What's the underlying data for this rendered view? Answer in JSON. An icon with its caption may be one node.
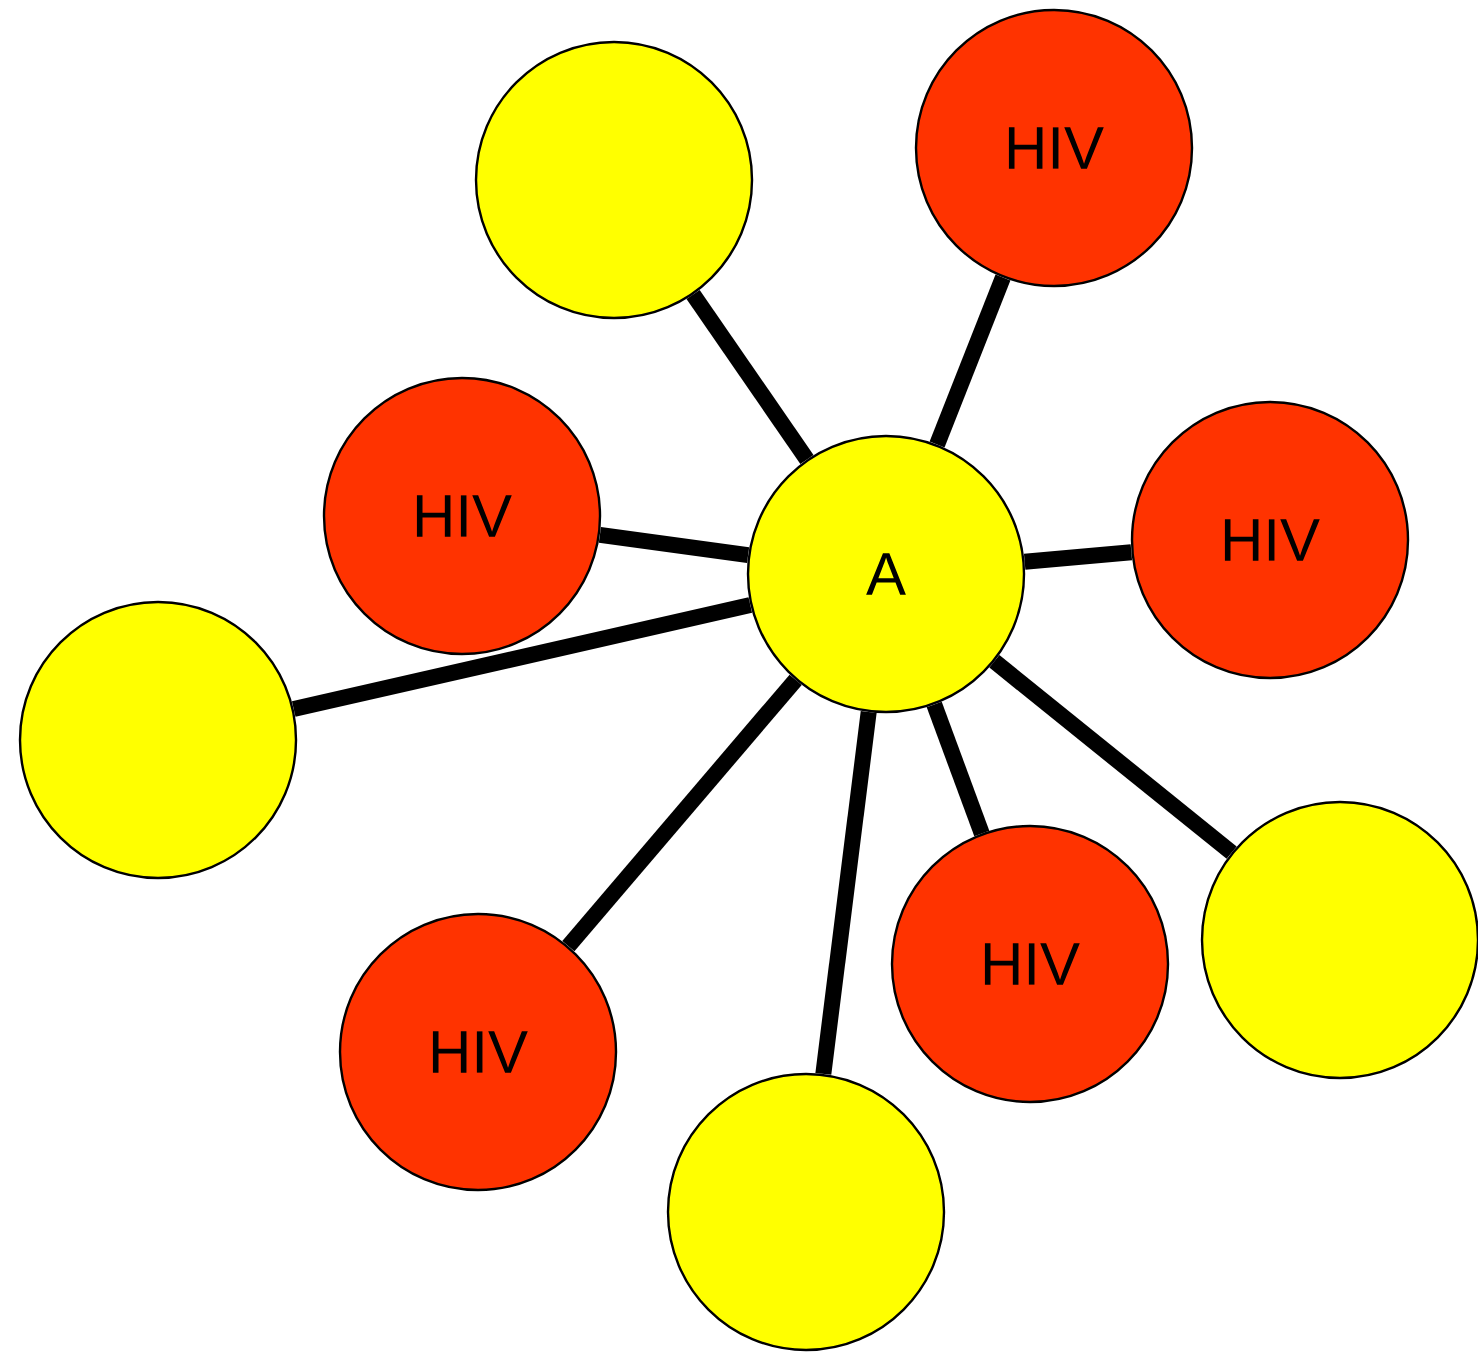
{
  "diagram": {
    "nodes": [
      {
        "text": [
          "HIV"
        ]
      },
      {
        "text": [],
        "shape": "circle"
      },
      {
        "text": [
          "HIV"
        ]
      },
      {
        "text": [
          "HIV"
        ]
      },
      {
        "text": [
          "A"
        ]
      },
      {
        "text": [],
        "shape": "circle"
      },
      {
        "text": [],
        "shape": "circle"
      },
      {
        "text": [
          "HIV"
        ]
      },
      {
        "text": [
          "HIV"
        ]
      },
      {
        "text": [],
        "shape": "circle"
      }
    ],
    "edges": [
      {
        "from": 4,
        "to": 0,
        "arrow": "none"
      },
      {
        "from": 4,
        "to": 1,
        "arrow": "none"
      },
      {
        "from": 4,
        "to": 2,
        "arrow": "none"
      },
      {
        "from": 4,
        "to": 3,
        "arrow": "none"
      },
      {
        "from": 4,
        "to": 5,
        "arrow": "none"
      },
      {
        "from": 4,
        "to": 6,
        "arrow": "none"
      },
      {
        "from": 4,
        "to": 7,
        "arrow": "none"
      },
      {
        "from": 4,
        "to": 8,
        "arrow": "none"
      },
      {
        "from": 4,
        "to": 9,
        "arrow": "none"
      }
    ]
  }
}
